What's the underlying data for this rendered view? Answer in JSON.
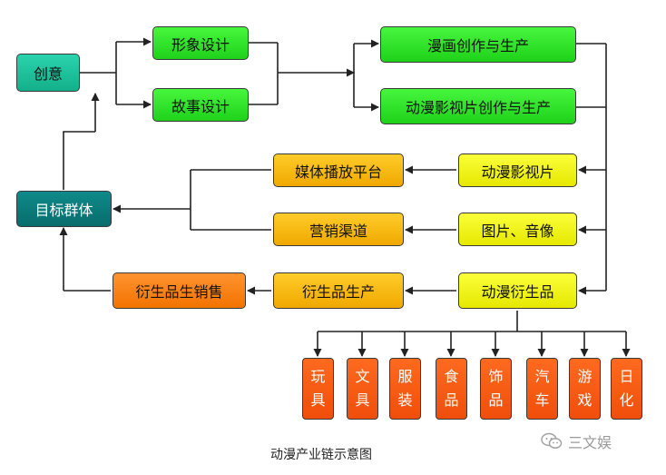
{
  "nodes": {
    "chuangyi": "创意",
    "xingxiang_sheji": "形象设计",
    "gushi_sheji": "故事设计",
    "manhua_chuangzuo": "漫画创作与生产",
    "donghua_chuangzuo": "动漫影视片创作与生产",
    "donghua_yingshipian": "动漫影视片",
    "tupian_yinxiang": "图片、音像",
    "donghua_yanshengpin": "动漫衍生品",
    "meiti_bofang": "媒体播放平台",
    "yingxiao_qudao": "营销渠道",
    "yanshengpin_shengchan": "衍生品生产",
    "yanshengpin_xiaoshou": "衍生品生销售",
    "mubiao_qunti": "目标群体"
  },
  "products": [
    [
      "玩",
      "具"
    ],
    [
      "文",
      "具"
    ],
    [
      "服",
      "装"
    ],
    [
      "食",
      "品"
    ],
    [
      "饰",
      "品"
    ],
    [
      "汽",
      "车"
    ],
    [
      "游",
      "戏"
    ],
    [
      "日",
      "化"
    ]
  ],
  "caption": "动漫产业链示意图",
  "watermark": "三文娱",
  "colors": {
    "line": "#333333",
    "teal": "#1cc29c",
    "teal_dark": "#0a7b7b",
    "green": "#33e62c",
    "yellow": "#f0f21a",
    "amber": "#f7b80f",
    "orange": "#f68517",
    "product_orange": "#f25a12"
  }
}
